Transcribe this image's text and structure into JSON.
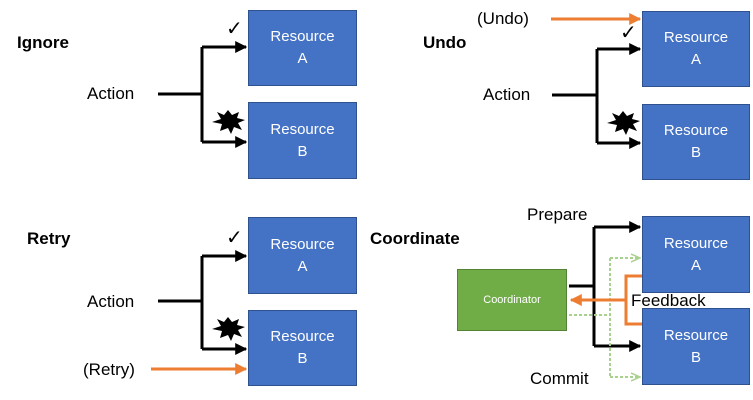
{
  "panels": {
    "ignore": {
      "title": "Ignore",
      "action": "Action",
      "check": "✓",
      "resource_a": [
        "Resource",
        "A"
      ],
      "resource_b": [
        "Resource",
        "B"
      ]
    },
    "undo": {
      "title": "Undo",
      "action": "Action",
      "check": "✓",
      "undo_label": "(Undo)",
      "resource_a": [
        "Resource",
        "A"
      ],
      "resource_b": [
        "Resource",
        "B"
      ]
    },
    "retry": {
      "title": "Retry",
      "action": "Action",
      "check": "✓",
      "retry_label": "(Retry)",
      "resource_a": [
        "Resource",
        "A"
      ],
      "resource_b": [
        "Resource",
        "B"
      ]
    },
    "coordinate": {
      "title": "Coordinate",
      "coordinator": "Coordinator",
      "prepare": "Prepare",
      "feedback": "Feedback",
      "commit": "Commit",
      "resource_a": [
        "Resource",
        "A"
      ],
      "resource_b": [
        "Resource",
        "B"
      ]
    }
  },
  "colors": {
    "resource": "#4472c4",
    "coordinator": "#70ad47",
    "orange_arrow": "#ed7d31",
    "commit_arrow": "#a9d18e",
    "line": "#000000"
  },
  "icons": {
    "success": "check-mark-icon",
    "failure": "explosion-icon"
  }
}
